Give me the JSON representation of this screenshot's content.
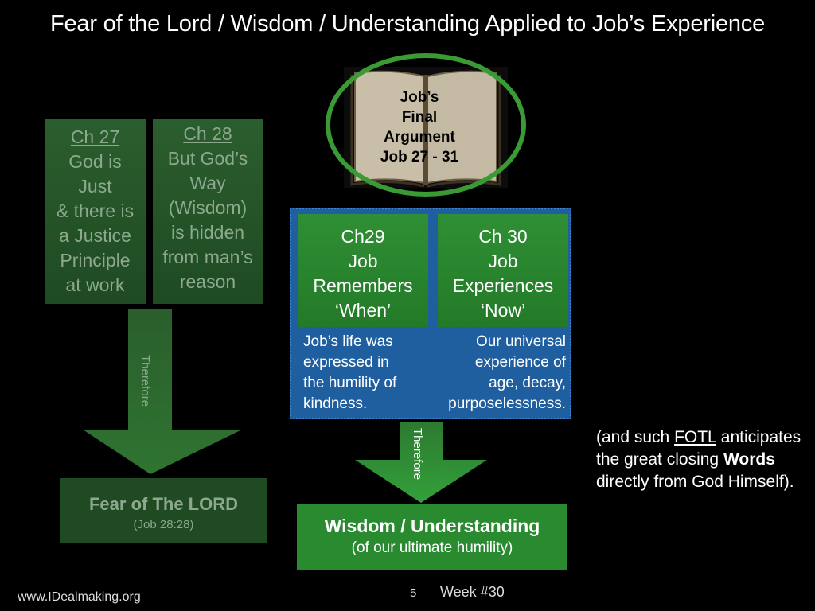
{
  "title": "Fear of the Lord / Wisdom / Understanding Applied to Job’s Experience",
  "ch27": {
    "heading": "Ch 27",
    "lines": [
      "God is",
      "Just",
      "& there is",
      "a Justice",
      "Principle",
      "at work"
    ]
  },
  "ch28": {
    "heading": "Ch 28",
    "lines": [
      "But God’s",
      "Way",
      "(Wisdom)",
      "is hidden",
      "from man’s",
      "reason"
    ]
  },
  "book": {
    "lines": [
      "Job’s",
      "Final",
      "Argument",
      "Job 27 - 31"
    ]
  },
  "ch29": {
    "lines": [
      "Ch29",
      "Job",
      "Remembers",
      "‘When’"
    ]
  },
  "ch30": {
    "lines": [
      "Ch 30",
      "Job",
      "Experiences",
      "‘Now’"
    ]
  },
  "blue_left": [
    "Job’s life was",
    "expressed in",
    "the humility of",
    "kindness."
  ],
  "blue_right": [
    "Our universal",
    "experience of",
    "age, decay,",
    "purposelessness."
  ],
  "arrow_left_label": "Therefore",
  "arrow_right_label": "Therefore",
  "fotl": {
    "title": "Fear of The LORD",
    "ref": "(Job 28:28)"
  },
  "wisdom": {
    "title": "Wisdom / Understanding",
    "sub": "(of our ultimate humility)"
  },
  "side_note": {
    "pre": "(and such ",
    "fotl": "FOTL",
    "mid": " anticipates the great closing ",
    "bold": "Words",
    "post": " directly from God Himself)."
  },
  "footer": {
    "site": "www.IDealmaking.org",
    "page": "5",
    "week": "Week #30"
  }
}
